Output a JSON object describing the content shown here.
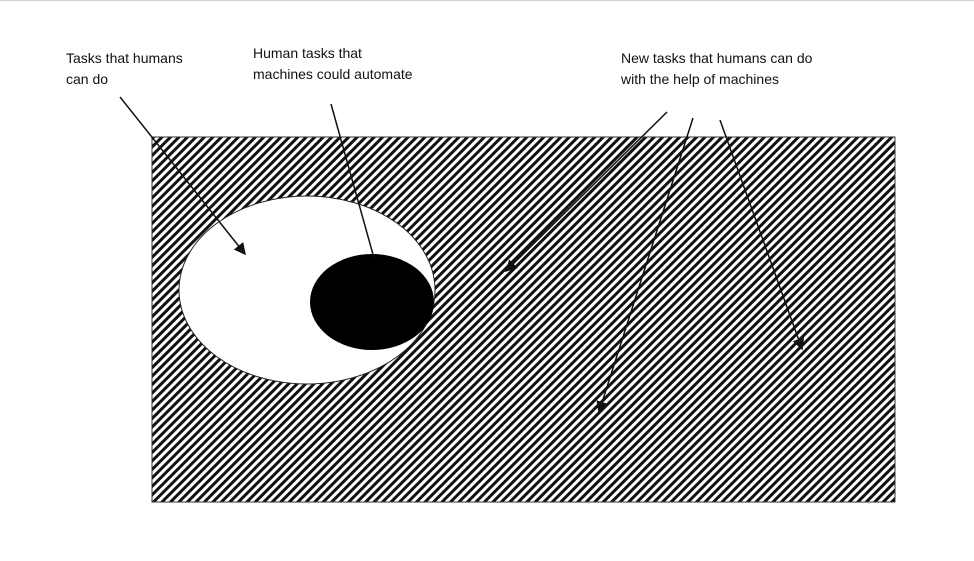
{
  "labels": {
    "human_tasks": "Tasks that humans\ncan do",
    "automatable": "Human tasks that\nmachines could automate",
    "new_tasks": "New tasks that humans can do\nwith the help of machines"
  },
  "colors": {
    "ink": "#111111",
    "background": "#ffffff"
  }
}
